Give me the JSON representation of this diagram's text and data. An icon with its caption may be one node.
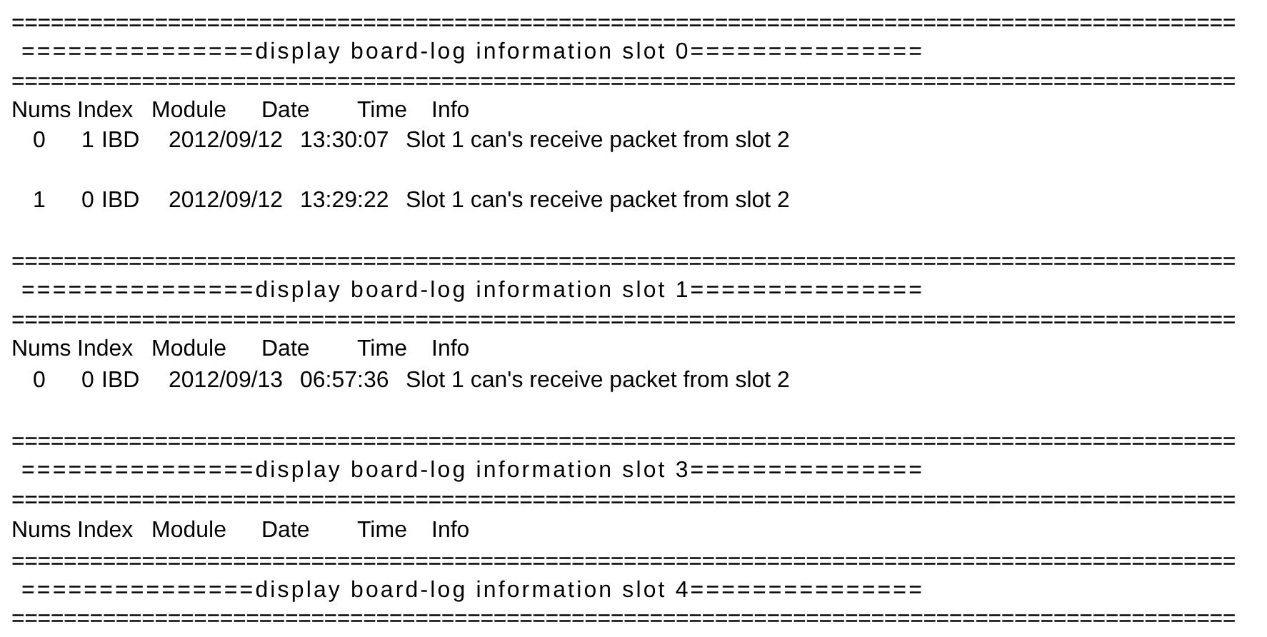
{
  "diagram": {
    "labels": [
      "==============================================================================================",
      "===============display board-log information slot 0===============",
      "==============================================================================================",
      "Nums",
      "Index",
      "Module",
      "Date",
      "Time",
      "Info",
      "0",
      "1",
      "IBD",
      "2012/09/12",
      "13:30:07",
      "Slot 1 can's receive packet from slot 2",
      "1",
      "0",
      "IBD",
      "2012/09/12",
      "13:29:22",
      "Slot 1 can's receive packet from slot 2",
      "==============================================================================================",
      "===============display board-log information slot 1===============",
      "==============================================================================================",
      "Nums",
      "Index",
      "Module",
      "Date",
      "Time",
      "Info",
      "0",
      "0",
      "IBD",
      "2012/09/13",
      "06:57:36",
      "Slot 1 can's receive packet from slot 2",
      "==============================================================================================",
      "===============display board-log information slot 3===============",
      "==============================================================================================",
      "Nums",
      "Index",
      "Module",
      "Date",
      "Time",
      "Info",
      "==============================================================================================",
      "===============display board-log information slot 4===============",
      "=============================================================================================="
    ]
  }
}
